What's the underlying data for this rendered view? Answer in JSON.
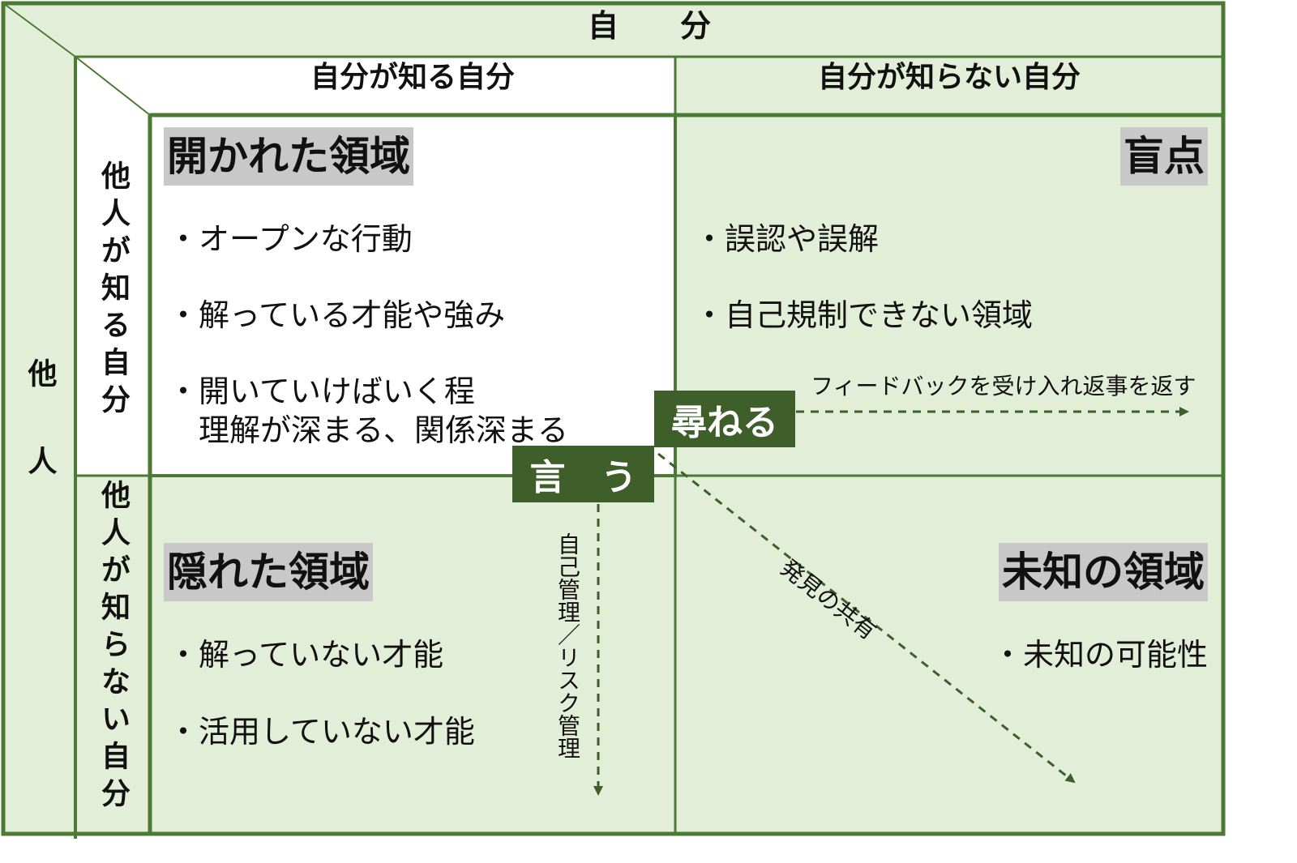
{
  "top_header": "自　　分",
  "left_header": "他　　人",
  "col_headers": {
    "known_to_self": "自分が知る自分",
    "unknown_to_self": "自分が知らない自分"
  },
  "row_headers": {
    "known_to_others": "他人が知る自分",
    "unknown_to_others": "他人が知らない自分"
  },
  "quadrants": {
    "open": {
      "title": "開かれた領域",
      "items": [
        "・オープンな行動",
        "・解っている才能や強み",
        "・開いていけばいく程",
        "理解が深まる、関係深まる"
      ]
    },
    "blind": {
      "title": "盲点",
      "items": [
        "・誤認や誤解",
        "・自己規制できない領域"
      ]
    },
    "hidden": {
      "title": "隠れた領域",
      "items": [
        "・解っていない才能",
        "・活用していない才能"
      ]
    },
    "unknown": {
      "title": "未知の領域",
      "items": [
        "・未知の可能性"
      ]
    }
  },
  "actions": {
    "ask": "尋ねる",
    "tell": "言　う"
  },
  "arrows": {
    "feedback": "フィードバックを受け入れ返事を返す",
    "self_management": "自己管理／リスク管理",
    "discovery": "発見の共有"
  },
  "colors": {
    "border": "#4a7a34",
    "panel_bg": "#e2eed8",
    "action_bg": "#3e5e2a",
    "title_bg": "#c8c8c8"
  }
}
